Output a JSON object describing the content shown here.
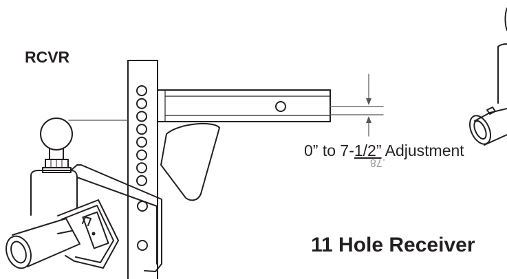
{
  "labels": {
    "model": "RCVR",
    "adjustment_prefix": "0” to 7-",
    "adjustment_fraction": "1/2”",
    "adjustment_suffix": " Adjustment",
    "offset_value": ".78",
    "title": "11 Hole Receiver"
  },
  "drawing": {
    "receiver_hole_count": 11,
    "stroke_color": "#231f20",
    "line_color": "#555555"
  }
}
